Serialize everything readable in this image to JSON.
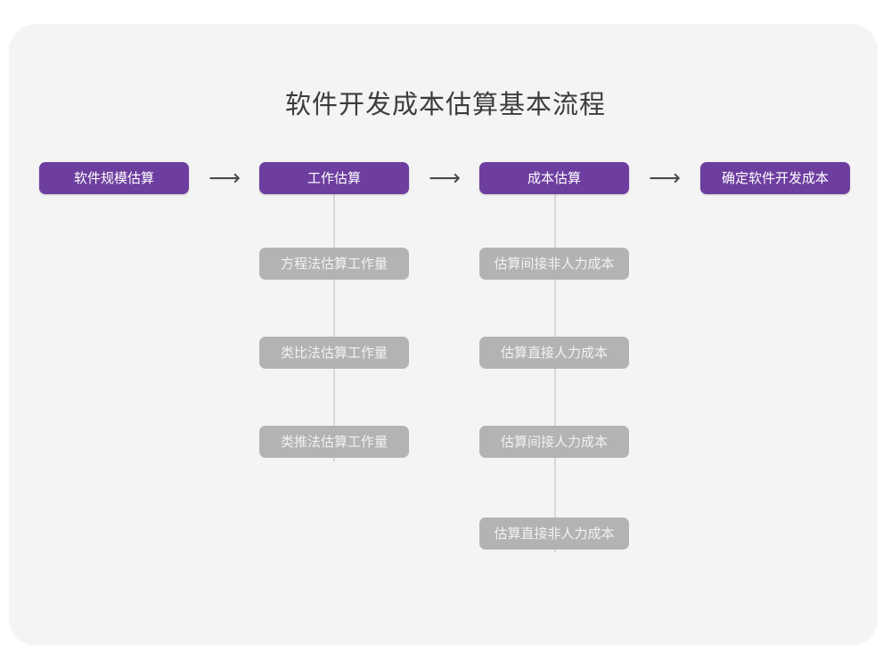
{
  "page": {
    "title": "软件开发成本估算基本流程",
    "background_color": "#ffffff",
    "card_color": "#f4f4f5",
    "primary_color": "#6d3e9f",
    "secondary_color": "#b3b3b3",
    "connector_color": "#d8d8d8",
    "arrow_color": "#4a4a4a"
  },
  "diagram": {
    "type": "flowchart",
    "main_flow": [
      {
        "label": "软件规模估算"
      },
      {
        "label": "工作估算"
      },
      {
        "label": "成本估算"
      },
      {
        "label": "确定软件开发成本"
      }
    ],
    "arrows": [
      {
        "glyph": "⟶"
      },
      {
        "glyph": "⟶"
      },
      {
        "glyph": "⟶"
      }
    ],
    "branch_work": [
      {
        "label": "方程法估算工作量"
      },
      {
        "label": "类比法估算工作量"
      },
      {
        "label": "类推法估算工作量"
      }
    ],
    "branch_cost": [
      {
        "label": "估算间接非人力成本"
      },
      {
        "label": "估算直接人力成本"
      },
      {
        "label": "估算间接人力成本"
      },
      {
        "label": "估算直接非人力成本"
      }
    ]
  }
}
